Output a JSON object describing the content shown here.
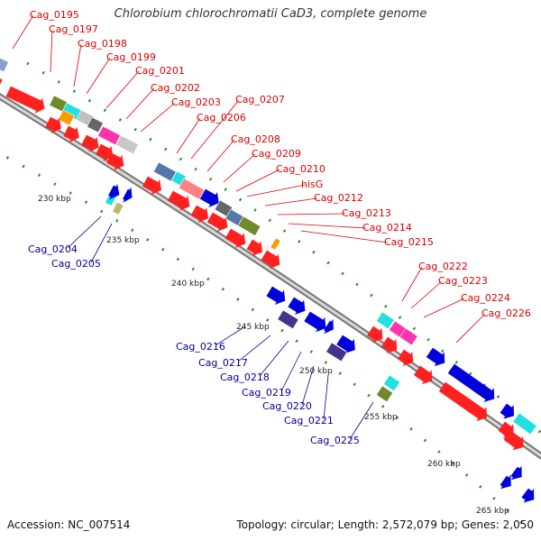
{
  "header": {
    "title": "Chlorobium chlorochromatii CaD3, complete genome"
  },
  "footer": {
    "accession": "Accession: NC_007514",
    "topology": "Topology: circular; Length: 2,572,079 bp; Genes: 2,050"
  },
  "colors": {
    "forward_label": "#dd0000",
    "reverse_label": "#000099",
    "backbone": "#999999",
    "tick": "#228b22"
  },
  "kbp_ticks": [
    "230 kbp",
    "235 kbp",
    "240 kbp",
    "245 kbp",
    "250 kbp",
    "255 kbp",
    "260 kbp",
    "265 kbp"
  ],
  "forward_genes": [
    "Cag_0195",
    "Cag_0197",
    "Cag_0198",
    "Cag_0199",
    "Cag_0201",
    "Cag_0202",
    "Cag_0203",
    "Cag_0206",
    "Cag_0207",
    "Cag_0208",
    "Cag_0209",
    "Cag_0210",
    "hisG",
    "Cag_0212",
    "Cag_0213",
    "Cag_0214",
    "Cag_0215",
    "Cag_0222",
    "Cag_0223",
    "Cag_0224",
    "Cag_0226"
  ],
  "reverse_genes": [
    "Cag_0204",
    "Cag_0205",
    "Cag_0216",
    "Cag_0217",
    "Cag_0218",
    "Cag_0219",
    "Cag_0220",
    "Cag_0221",
    "Cag_0225"
  ]
}
